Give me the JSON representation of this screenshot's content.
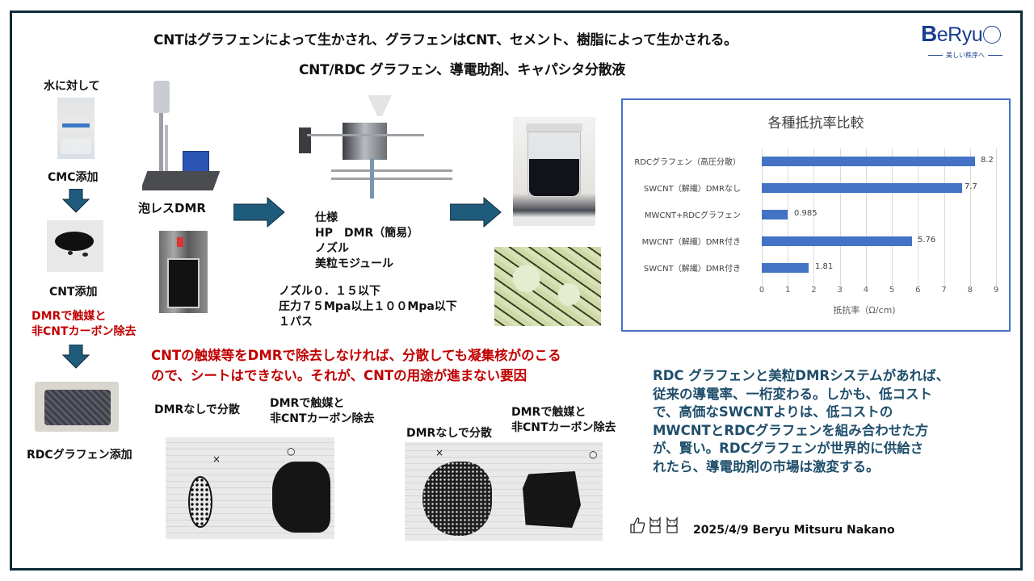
{
  "slide": {
    "title_line1": "CNTはグラフェンによって生かされ、グラフェンはCNT、セメント、樹脂によって生かされる。",
    "title_line2": "CNT/RDC グラフェン、導電助剤、キャパシタ分散液",
    "frame_color": "#0f2a3a"
  },
  "logo": {
    "brand_b": "B",
    "brand_rest": "eRyu",
    "tagline": "美しい秩序へ",
    "color": "#1a3e8f"
  },
  "left_column": {
    "step1_label": "水に対して",
    "step1_photo": "cmc-powder-bag-photo",
    "step2_label": "CMC添加",
    "step3_photo": "cnt-powder-photo",
    "step3_label": "CNT添加",
    "step4_label_line1": "DMRで触媒と",
    "step4_label_line2": "非CNTカーボン除去",
    "step5_photo": "rdc-graphene-tray-photo",
    "step5_label": "RDCグラフェン添加"
  },
  "equipment": {
    "dmr_photo": "foamless-dmr-machine-photo",
    "dmr_label": "泡レスDMR",
    "beaker_photo": "dmr-beaker-photo",
    "hp_dmr_photo": "hp-dmr-pump-photo",
    "spec_lines": "仕様\nHP　DMR（簡易）\nノズル\n美粒モジュール",
    "params_lines": "ノズル０．１５以下\n圧力７５Mpa以上１００Mpa以下\n１パス"
  },
  "results": {
    "jar_photo": "dispersion-jar-photo",
    "micro_photo": "microscope-dispersion-photo"
  },
  "warning_text": "CNTの触媒等をDMRで除去しなければ、分散しても凝集核がのこる\nので、シートはできない。それが、CNTの用途が進まない要因",
  "comparisons": [
    {
      "left_label": "DMRなしで分散",
      "right_label_line1": "DMRで触媒と",
      "right_label_line2": "非CNTカーボン除去",
      "photo": "sheet-comparison-photo-1",
      "marks": [
        "×",
        "○"
      ]
    },
    {
      "left_label": "DMRなしで分散",
      "right_label_line1": "DMRで触媒と",
      "right_label_line2": "非CNTカーボン除去",
      "photo": "sheet-comparison-photo-2",
      "marks": [
        "×",
        "○"
      ]
    }
  ],
  "conclusion_text": "RDC グラフェンと美粒DMRシステムがあれば、\n従来の導電率、一桁変わる。しかも、低コスト\nで、高価なSWCNTよりは、低コストの\nMWCNTとRDCグラフェンを組み合わせた方\nが、賢い。RDCグラフェンが世界的に供給さ\nれたら、導電助剤の市場は激変する。",
  "footer": {
    "icons": [
      "thumbs-up-icon",
      "maneki-neko-icon",
      "maneki-neko-icon"
    ],
    "credit": "2025/4/9 Beryu Mitsuru Nakano"
  },
  "chart_data": {
    "type": "bar",
    "orientation": "horizontal",
    "title": "各種抵抗率比較",
    "categories": [
      "RDCグラフェン（高圧分散）",
      "SWCNT（解繊）DMRなし",
      "MWCNT+RDCグラフェン",
      "MWCNT（解繊）DMR付き",
      "SWCNT（解繊）DMR付き"
    ],
    "values": [
      8.2,
      7.7,
      0.985,
      5.76,
      1.81
    ],
    "value_labels": [
      "8.2",
      "7.7",
      "0.985",
      "5.76",
      "1.81"
    ],
    "xlabel": "抵抗率（Ω/cm)",
    "ylabel": "",
    "xlim": [
      0,
      9
    ],
    "xticks": [
      "0",
      "1",
      "2",
      "3",
      "4",
      "5",
      "6",
      "7",
      "8",
      "9"
    ],
    "grid": true,
    "legend": "none",
    "bar_color": "#4472c4",
    "border_color": "#4472c4"
  }
}
